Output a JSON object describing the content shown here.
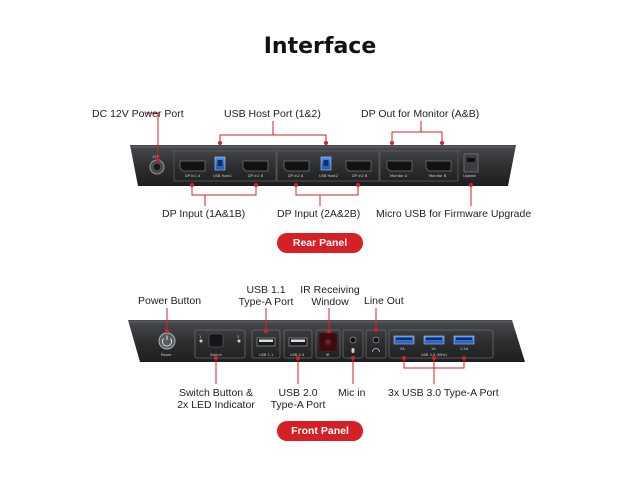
{
  "title": "Interface",
  "rear": {
    "badge": "Rear Panel",
    "callouts": {
      "dc_power": "DC 12V Power Port",
      "usb_host": "USB Host Port (1&2)",
      "dp_out": "DP Out for Monitor (A&B)",
      "dp_input_1": "DP Input (1A&1B)",
      "dp_input_2": "DP Input (2A&2B)",
      "micro_usb": "Micro USB for Firmware Upgrade"
    },
    "port_labels": {
      "power": "12V",
      "dp_1a": "DP In1 A",
      "usb_host1": "USB Host1",
      "dp_1b": "DP In1 B",
      "dp_2a": "DP In2 A",
      "usb_host2": "USB Host2",
      "dp_2b": "DP In2 B",
      "monitor_a": "Monitor A",
      "monitor_b": "Monitor B",
      "update": "Update"
    }
  },
  "front": {
    "badge": "Front Panel",
    "callouts": {
      "power_button": "Power Button",
      "usb11_line1": "USB 1.1",
      "usb11_line2": "Type-A Port",
      "ir_line1": "IR Receiving",
      "ir_line2": "Window",
      "line_out": "Line Out",
      "switch_line1": "Switch Button &",
      "switch_line2": "2x LED Indicator",
      "usb20_line1": "USB 2.0",
      "usb20_line2": "Type-A Port",
      "mic_in": "Mic in",
      "usb30": "3x USB 3.0 Type-A Port"
    },
    "port_labels": {
      "power": "Power",
      "switch": "Switch",
      "led1": "1",
      "led2": "2",
      "usb11": "USB 1.1",
      "usb20": "USB 2.0",
      "ir": "IR",
      "usb30_a": "5A",
      "usb30_b": "1A",
      "usb30_c": "1.5A",
      "usb30_group": "USB 3.0 (MHz)"
    }
  },
  "colors": {
    "accent": "#d62028",
    "device": "#2e2f31",
    "usb3": "#2f6fd6"
  }
}
